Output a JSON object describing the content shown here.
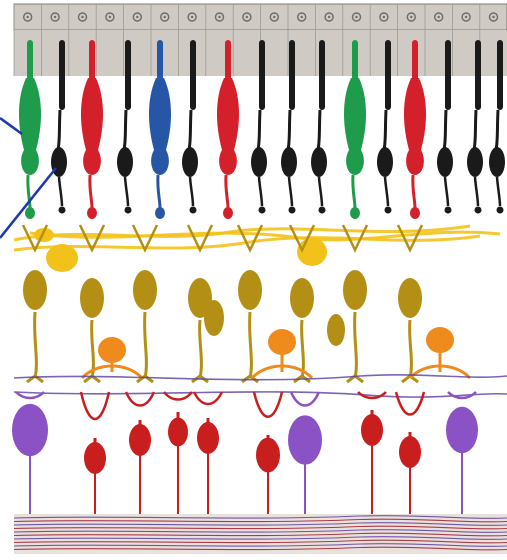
{
  "figure": {
    "colors": {
      "background": "#ffffff",
      "epithelium": "#cfcac3",
      "epithelium_border": "#7d7a77",
      "nucleus": "#6e6b69",
      "rod_black": "#1a1a1a",
      "cone_green": "#1e9b4b",
      "cone_red": "#d4202b",
      "cone_blue": "#2856a6",
      "horizontal_yellow": "#f3c21a",
      "bipolar_olive": "#b48f16",
      "amacrine_orange": "#ef8a1d",
      "ganglion_red": "#c81e1e",
      "ganglion_purple": "#8a52c4",
      "nerve_fiber_purple": "#5a3ca3",
      "nerve_fiber_red": "#a11e2d",
      "pointer_line_blue": "#1c3bb0"
    },
    "photoreceptor_sequence": [
      "green",
      "black",
      "red",
      "black",
      "blue",
      "black",
      "red",
      "black",
      "black",
      "black",
      "green",
      "black",
      "red",
      "black",
      "black",
      "black"
    ],
    "layers": [
      "pigment-epithelium",
      "photoreceptors",
      "outer-plexiform",
      "bipolar-horizontal",
      "inner-plexiform-amacrine",
      "ganglion-cells",
      "nerve-fiber-layer"
    ]
  }
}
